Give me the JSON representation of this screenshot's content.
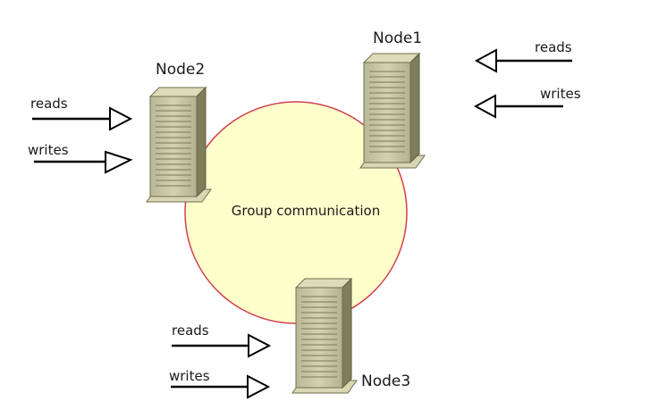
{
  "diagram": {
    "center_label": "Group communication",
    "ring_fill": "#ffffcc",
    "ring_stroke": "#d04050",
    "server_body": "#c8c7a0",
    "server_dark": "#7a7956",
    "nodes": [
      {
        "name": "Node1",
        "reads": "reads",
        "writes": "writes"
      },
      {
        "name": "Node2",
        "reads": "reads",
        "writes": "writes"
      },
      {
        "name": "Node3",
        "reads": "reads",
        "writes": "writes"
      }
    ]
  }
}
